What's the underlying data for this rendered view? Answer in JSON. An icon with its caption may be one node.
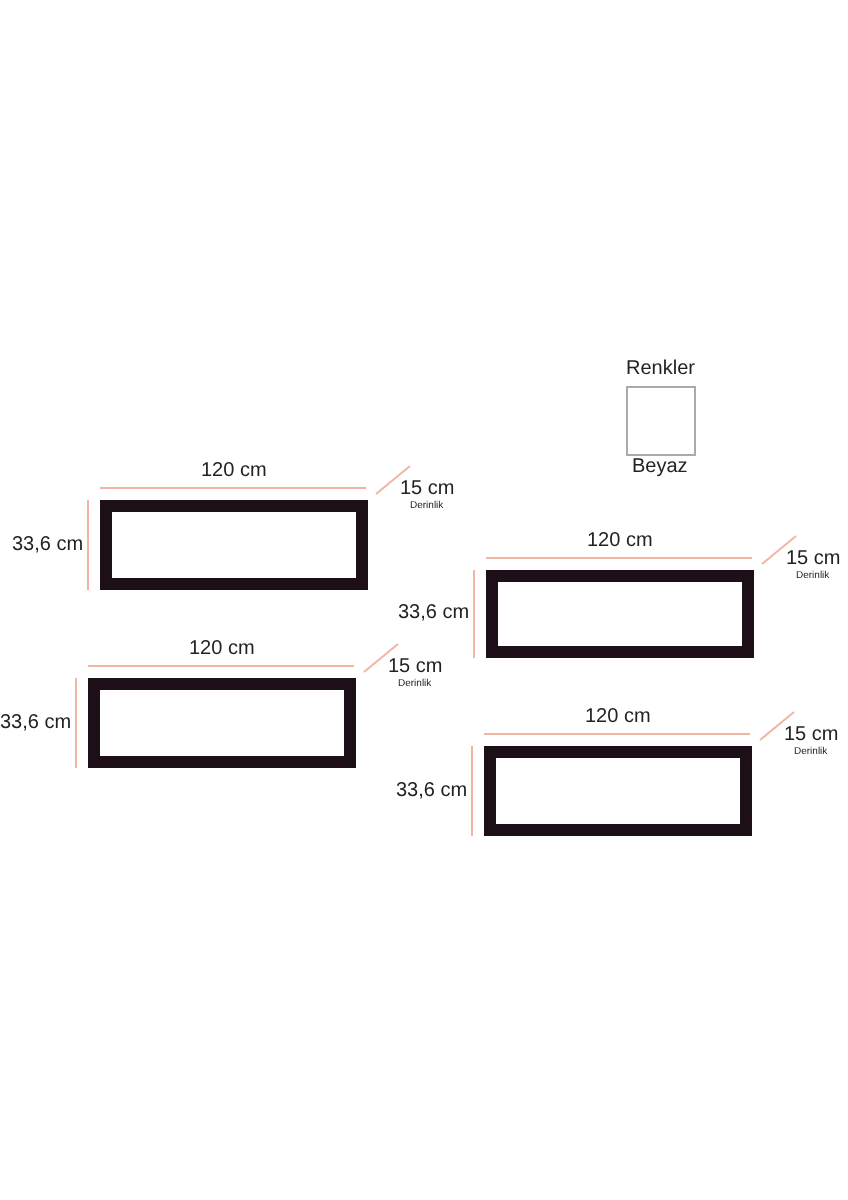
{
  "diagram": {
    "labels": [
      "Renkler",
      "120 cm",
      "15 cm",
      "Derinlik",
      "33,6 cm",
      "120 cm",
      "15 cm",
      "Derinlik",
      "33,6 cm",
      "120 cm",
      "15 cm",
      "Derinlik",
      "33,6 cm",
      "120 cm",
      "15 cm",
      "Derinlik",
      "33,6 cm"
    ],
    "legend": [
      {
        "text": "Beyaz",
        "color": "#ffffff"
      }
    ]
  }
}
